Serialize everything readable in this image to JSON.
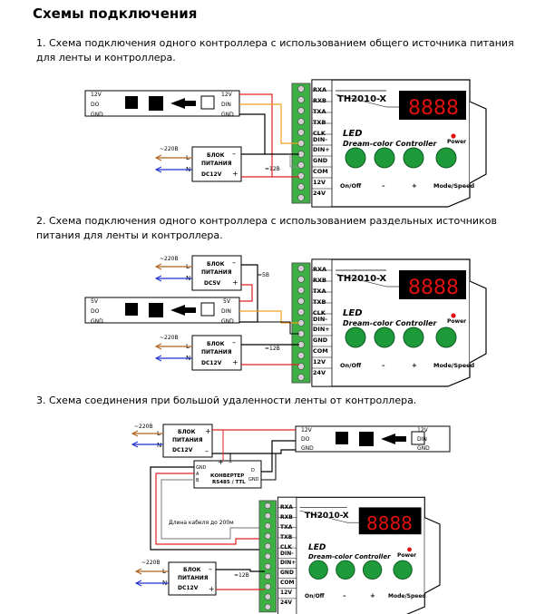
{
  "title": "Схемы подключения",
  "sections": [
    {
      "text": "1. Схема подключения одного контроллера с использованием общего источника питания для ленты и контроллера."
    },
    {
      "text": "2. Схема подключения одного контроллера с использованием раздельных источников питания для ленты и контроллера."
    },
    {
      "text": "3. Схема соединения при большой удаленности ленты от контроллера."
    }
  ],
  "controller": {
    "model": "TH2010-X",
    "brand": "LED",
    "subtitle": "Dream-color Controller",
    "pins": [
      "RXA",
      "RXB",
      "TXA",
      "TXB",
      "CLK",
      "DIN-",
      "DIN+",
      "GND",
      "COM",
      "12V",
      "24V"
    ],
    "power_label": "Power",
    "buttons": [
      "On/Off",
      "–",
      "+",
      "Mode/Speed"
    ]
  },
  "power_supply": {
    "name_line1": "БЛОК",
    "name_line2": "ПИТАНИЯ",
    "l": "L",
    "n": "N"
  },
  "psu_12v": "DC12V",
  "psu_5v": "DC5V",
  "mains": "~220В",
  "volt_12": "=12В",
  "volt_5": "=5В",
  "strip_in": {
    "v12": "12V",
    "v5": "5V",
    "do": "DO",
    "gnd": "GND"
  },
  "strip_out": {
    "v12": "12V",
    "v5": "5V",
    "din": "DIN",
    "gnd": "GND"
  },
  "converter": {
    "line1": "КОНВЕРТЕР",
    "line2": "RS485 / TTL",
    "gnd": "GND",
    "a": "A",
    "b": "B",
    "d": "D"
  },
  "cable_label": "Длина кабеля до 200м",
  "colors": {
    "red": "#e02020",
    "brown": "#b0601c",
    "blue": "#2030d0",
    "orange": "#f0a020",
    "gray": "#909090",
    "button_green": "#1f9a3a",
    "display_red": "#e01010",
    "power_led": "#e01010",
    "terminal_green": "#3cb043"
  }
}
